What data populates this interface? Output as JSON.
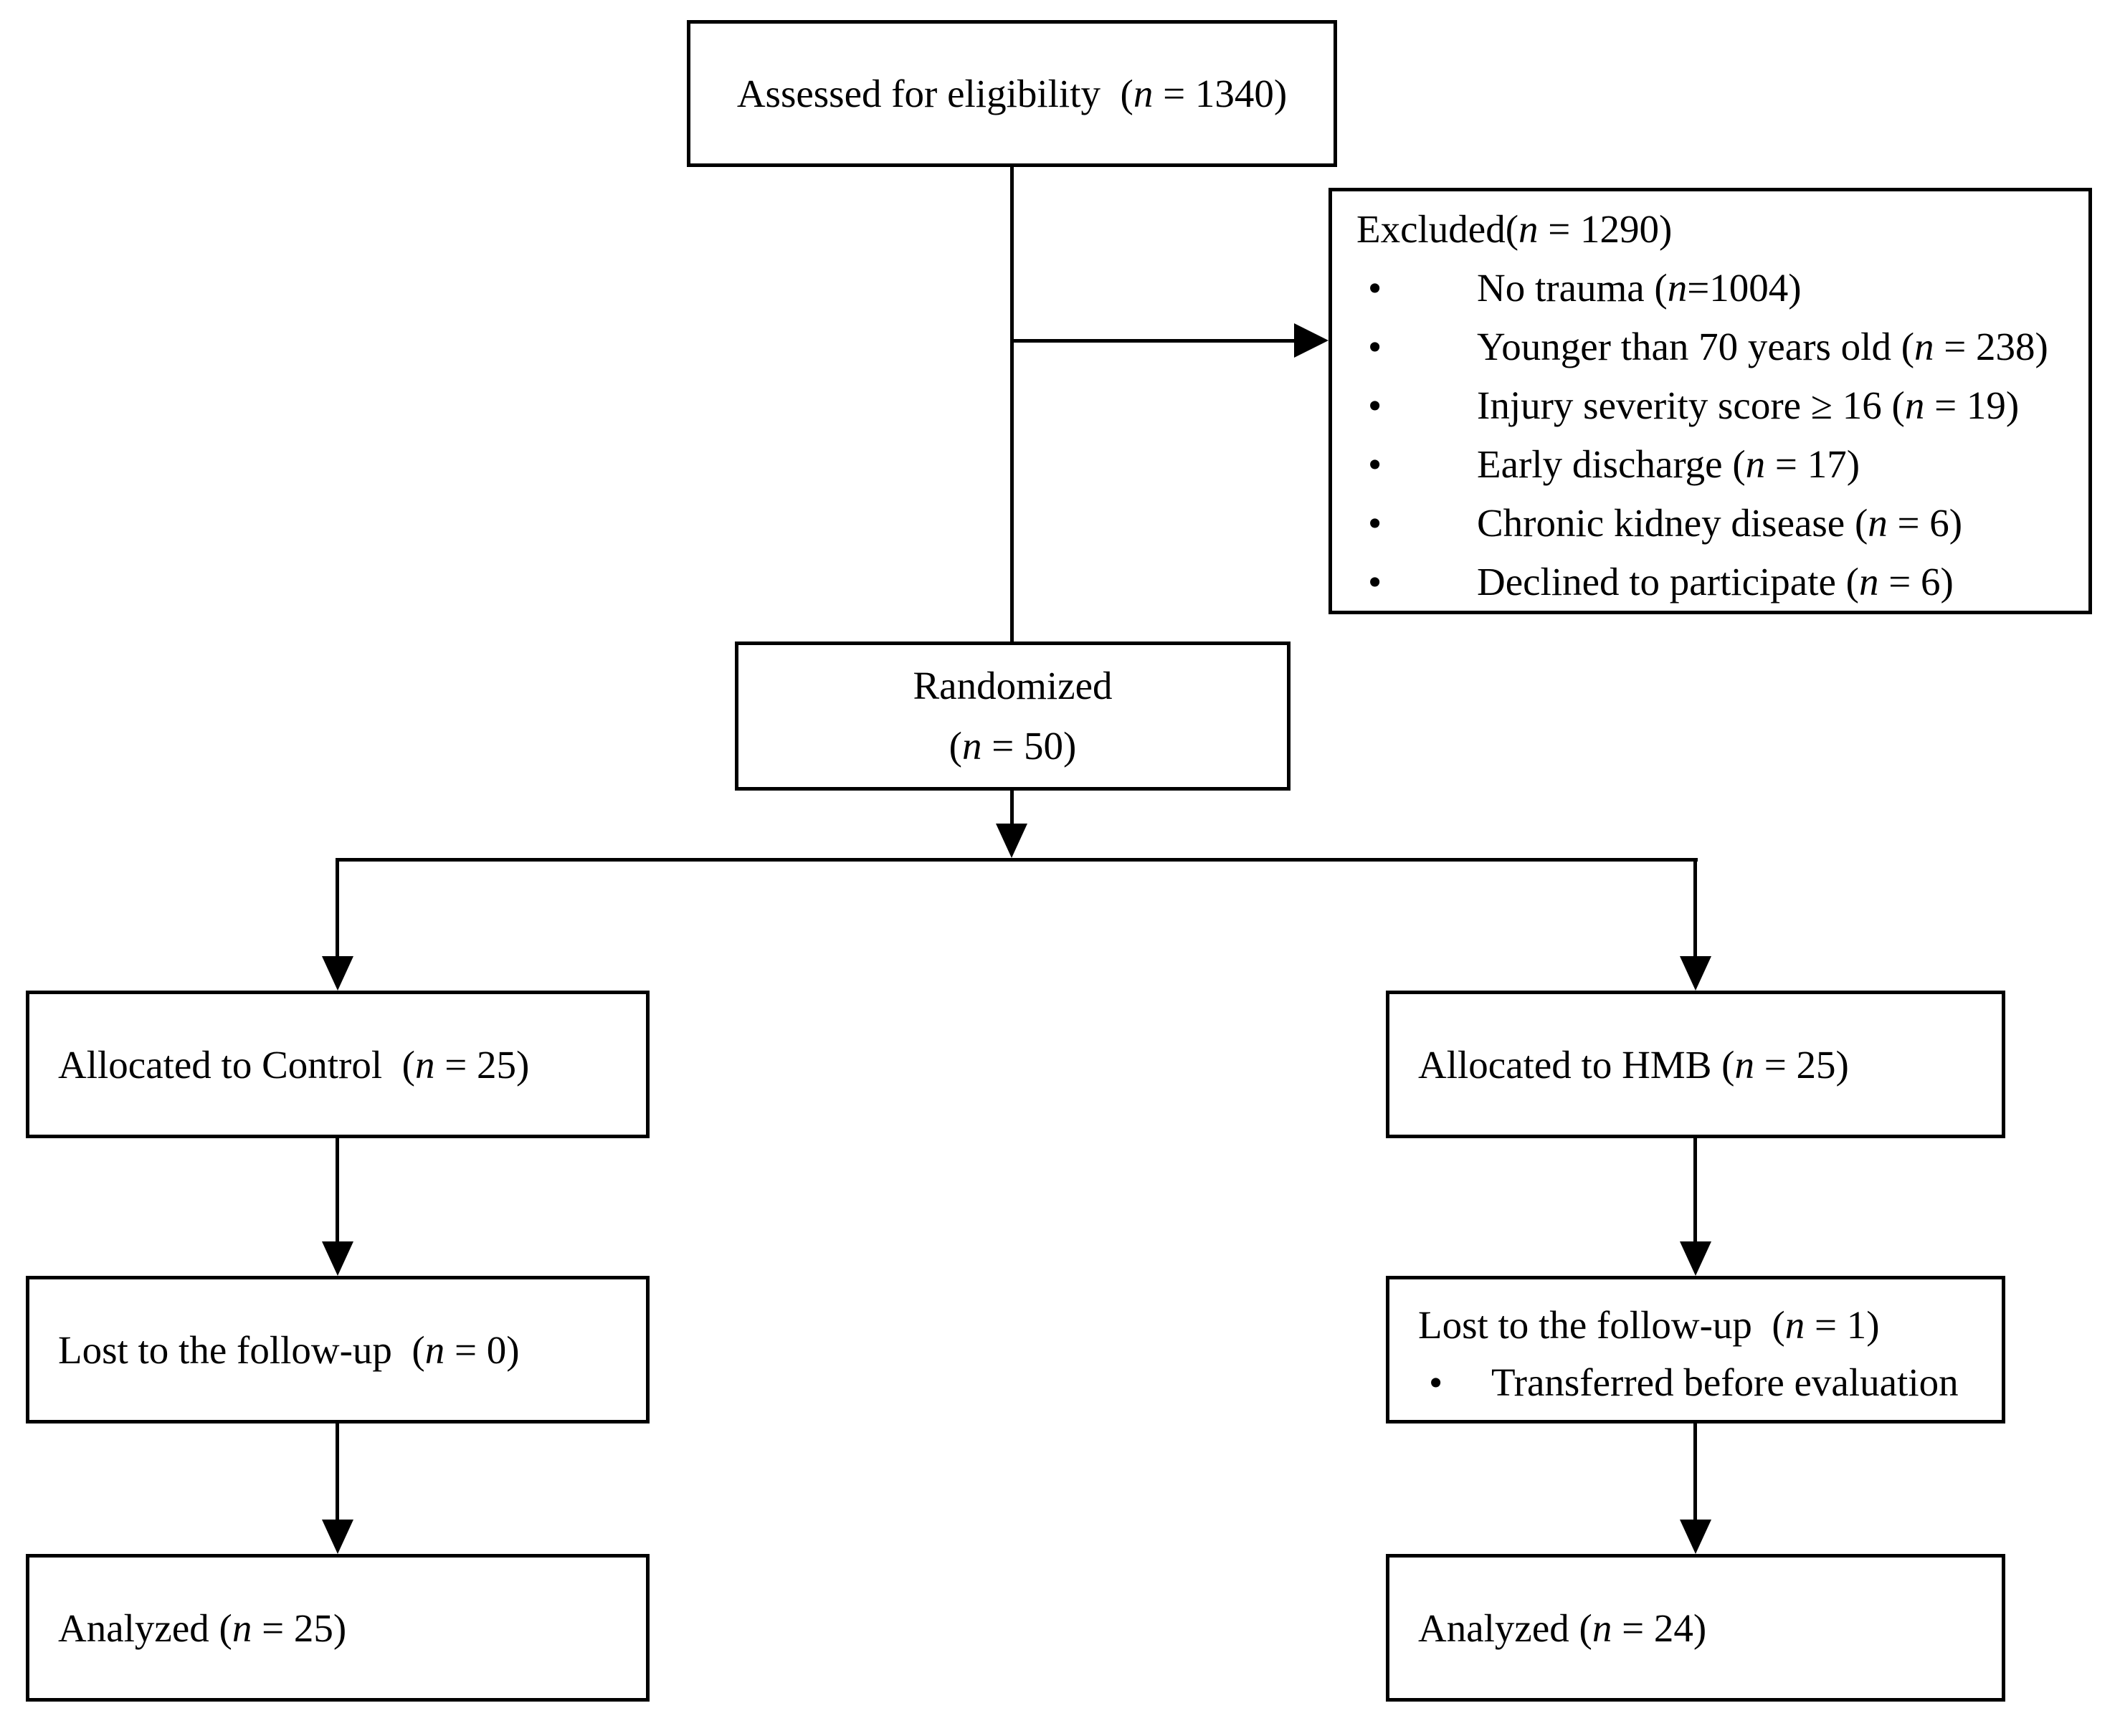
{
  "colors": {
    "ink": "#000000",
    "paper": "#ffffff"
  },
  "diagram": {
    "assessed": {
      "pre": "Assessed for eligibility  (",
      "n": "n",
      "post": " = 1340)"
    },
    "excluded": {
      "bullet": "•",
      "title": {
        "pre": "Excluded(",
        "n": "n",
        "post": " = 1290)"
      },
      "items": [
        {
          "pre": "No trauma (",
          "n": "n",
          "post": "=1004)"
        },
        {
          "pre": "Younger than 70 years old (",
          "n": "n",
          "post": " = 238)"
        },
        {
          "pre": "Injury severity score ≥ 16 (",
          "n": "n",
          "post": " = 19)"
        },
        {
          "pre": "Early discharge (",
          "n": "n",
          "post": " = 17)"
        },
        {
          "pre": "Chronic kidney disease (",
          "n": "n",
          "post": " = 6)"
        },
        {
          "pre": "Declined to participate (",
          "n": "n",
          "post": " = 6)"
        }
      ]
    },
    "randomized": {
      "line1": "Randomized",
      "pre": "(",
      "n": "n",
      "post": " = 50)"
    },
    "alloc_control": {
      "pre": "Allocated to Control  (",
      "n": "n",
      "post": " = 25)"
    },
    "alloc_hmb": {
      "pre": "Allocated to HMB (",
      "n": "n",
      "post": " = 25)"
    },
    "lost_control": {
      "pre": "Lost to the follow-up  (",
      "n": "n",
      "post": " = 0)"
    },
    "lost_hmb": {
      "bullet": "•",
      "title": {
        "pre": "Lost to the follow-up  (",
        "n": "n",
        "post": " = 1)"
      },
      "items": [
        {
          "text": "Transferred before evaluation"
        }
      ]
    },
    "analyzed_control": {
      "pre": "Analyzed (",
      "n": "n",
      "post": " = 25)"
    },
    "analyzed_hmb": {
      "pre": "Analyzed (",
      "n": "n",
      "post": " = 24)"
    }
  }
}
